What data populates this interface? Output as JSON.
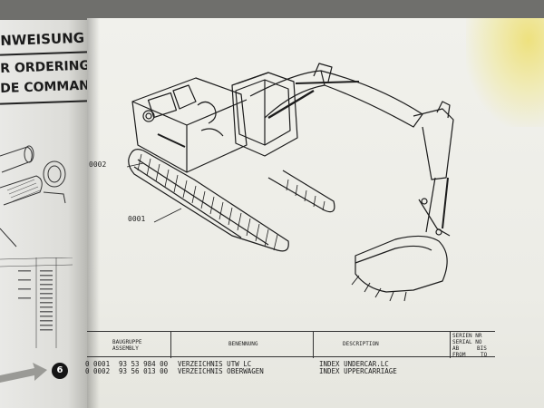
{
  "left_page": {
    "heading_1": "NWEISUNG",
    "heading_2": "R ORDERING PAR",
    "heading_3": "DE COMMANDES",
    "circle_number": "6"
  },
  "figure": {
    "callouts": [
      {
        "id": "0002",
        "label": "0002"
      },
      {
        "id": "0001",
        "label": "0001"
      }
    ]
  },
  "table": {
    "headers": {
      "assembly": "BAUGRUPPE\nASSEMBLY",
      "benennung": "BENENNUNG",
      "description": "DESCRIPTION",
      "serial": "SERIEN NR\nSERIAL NO"
    },
    "serial_rows": [
      {
        "left": "AB",
        "right": "BIS"
      },
      {
        "left": "FROM",
        "right": "TO"
      }
    ],
    "rows": [
      {
        "pos": "0 0001",
        "part": "93 53 984 00",
        "benennung": "VERZEICHNIS UTW LC",
        "description": "INDEX UNDERCAR.LC"
      },
      {
        "pos": "0 0002",
        "part": "93 56 013 00",
        "benennung": "VERZEICHNIS OBERWAGEN",
        "description": "INDEX UPPERCARRIAGE"
      }
    ]
  }
}
